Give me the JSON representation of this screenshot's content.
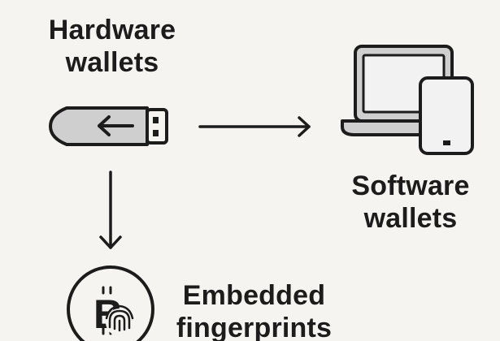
{
  "nodes": {
    "hardware": {
      "line1": "Hardware",
      "line2": "wallets",
      "icon": "usb-drive-icon"
    },
    "software": {
      "line1": "Software",
      "line2": "wallets",
      "icon": "laptop-phone-icon"
    },
    "fingerprints": {
      "line1": "Embedded",
      "line2": "fingerprints",
      "icon": "bitcoin-fingerprint-icon"
    }
  },
  "edges": [
    {
      "from": "hardware",
      "to": "software",
      "direction": "right"
    },
    {
      "from": "hardware",
      "to": "fingerprints",
      "direction": "down"
    }
  ],
  "colors": {
    "background": "#f6f4f0",
    "ink": "#1c1c1c",
    "device_fill": "#cfcfcf",
    "screen_fill": "#f2f2f2"
  }
}
